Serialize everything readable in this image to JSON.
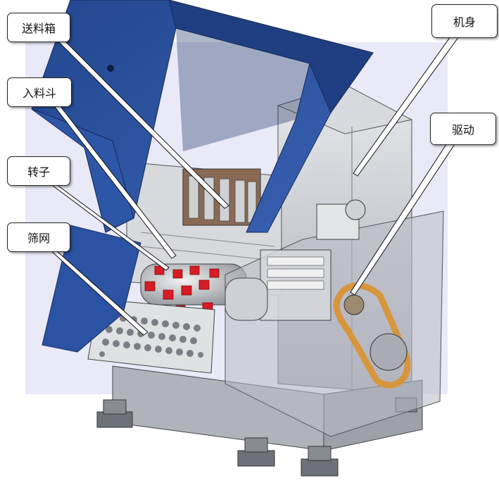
{
  "labels": {
    "feed_box": "送料箱",
    "hopper": "入料斗",
    "rotor": "转子",
    "screen": "筛网",
    "machine_body": "机身",
    "drive": "驱动"
  },
  "colors": {
    "hopper_blue": "#2b4f9a",
    "machine_gray": "#c9ccd1",
    "guard_translucent": "#b9bcc6",
    "blade_red": "#d81c24",
    "belt_orange": "#d7953c",
    "backdrop": "#e8e8f6"
  }
}
